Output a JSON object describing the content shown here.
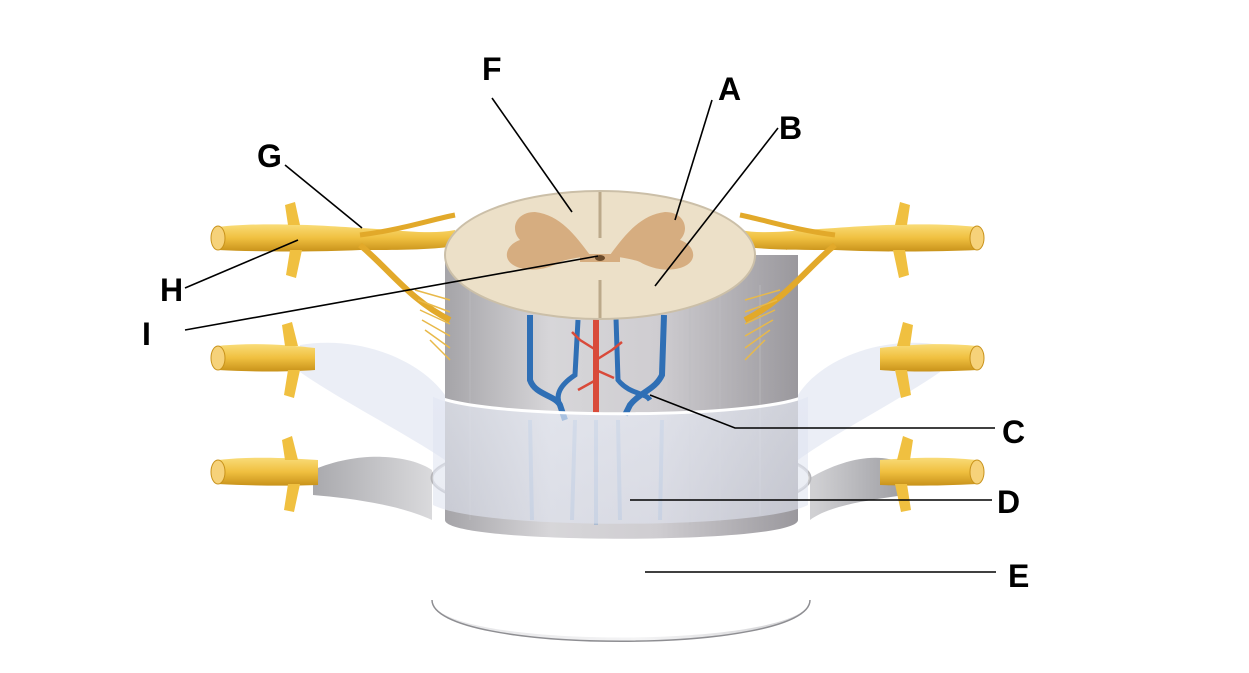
{
  "labels": {
    "A": "A",
    "B": "B",
    "C": "C",
    "D": "D",
    "E": "E",
    "F": "F",
    "G": "G",
    "H": "H",
    "I": "I"
  },
  "colors": {
    "background": "#ffffff",
    "nerve_yellow": "#f2c443",
    "nerve_dark": "#c8921a",
    "grey_matter": "#d8b48a",
    "white_matter": "#eee2cc",
    "meninges_grey": "#d9d9dc",
    "artery_red": "#d94a3a",
    "vein_blue": "#2f6fb5",
    "leader_line": "#000000"
  }
}
